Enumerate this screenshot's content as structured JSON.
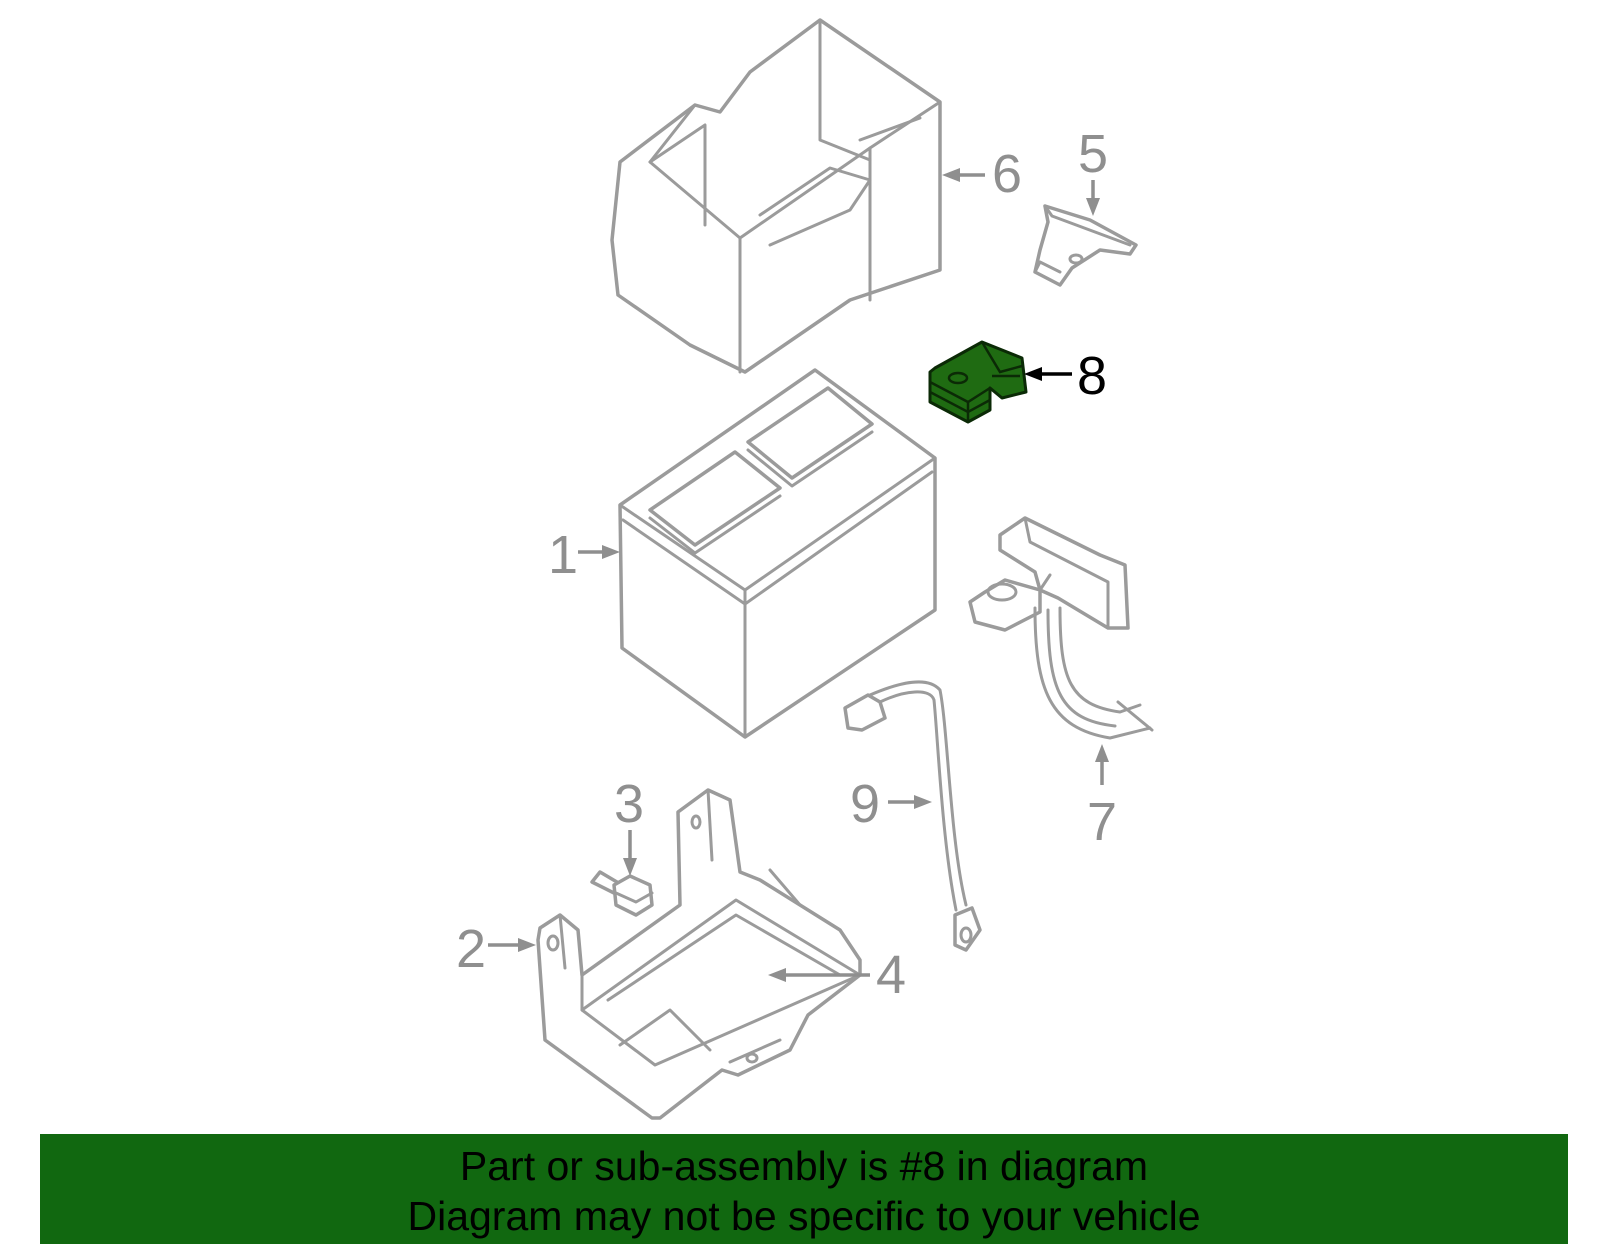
{
  "callouts": [
    {
      "num": "1"
    },
    {
      "num": "2"
    },
    {
      "num": "3"
    },
    {
      "num": "4"
    },
    {
      "num": "5"
    },
    {
      "num": "6"
    },
    {
      "num": "7"
    },
    {
      "num": "8"
    },
    {
      "num": "9"
    }
  ],
  "highlight_color": "#116810",
  "banner": {
    "line1": "Part or sub-assembly is #8 in diagram",
    "line2": "Diagram may not be specific to your vehicle"
  }
}
